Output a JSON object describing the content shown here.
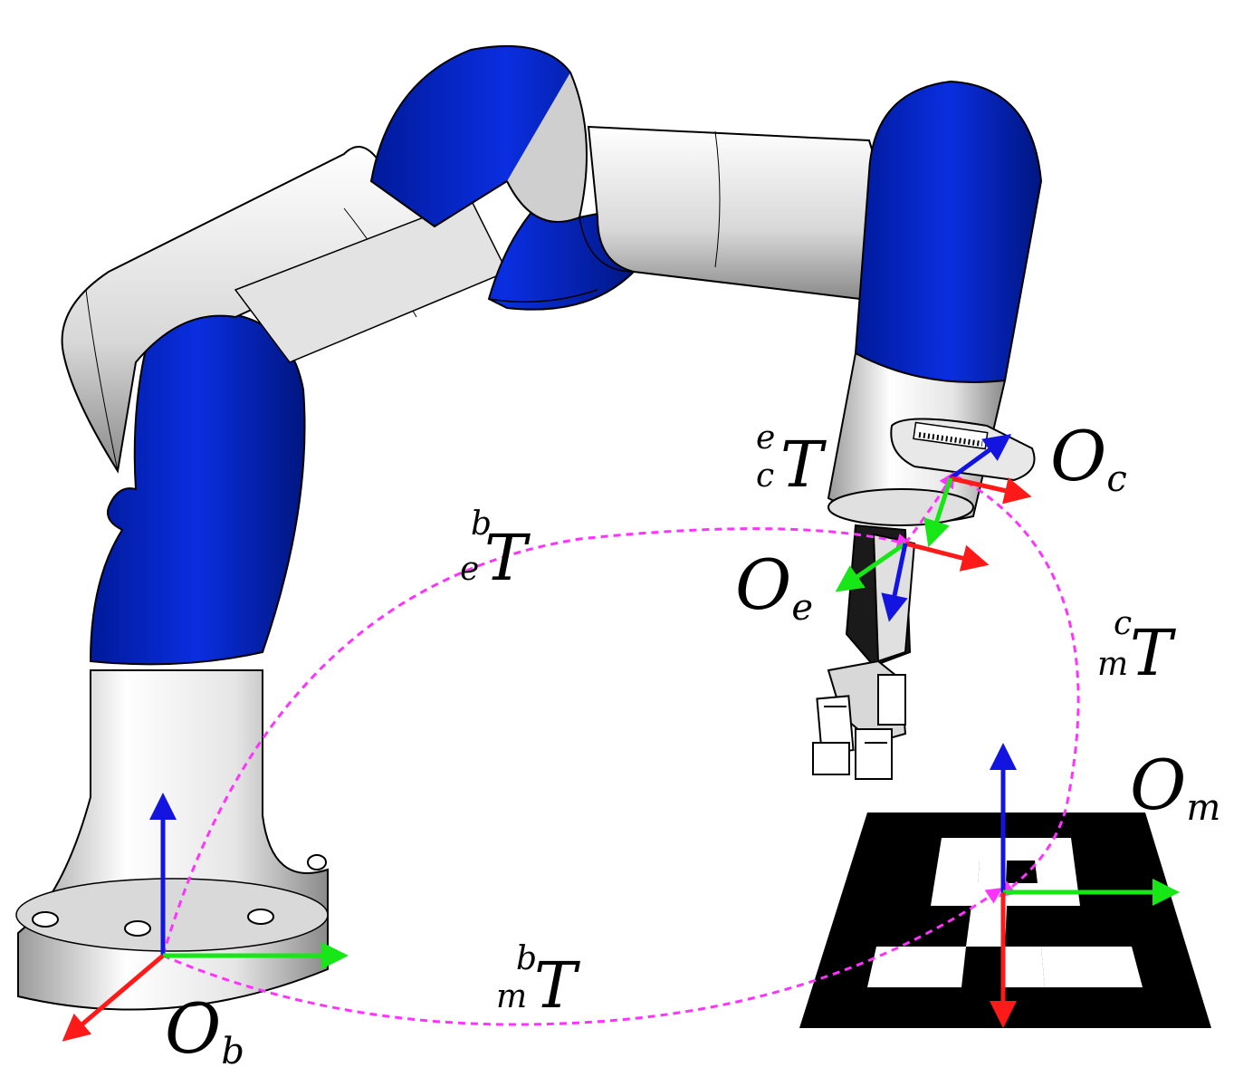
{
  "frames": {
    "base": {
      "main": "O",
      "sub": "b"
    },
    "camera": {
      "main": "O",
      "sub": "c"
    },
    "end_effector": {
      "main": "O",
      "sub": "e"
    },
    "marker": {
      "main": "O",
      "sub": "m"
    }
  },
  "transforms": {
    "b_e": {
      "sup": "b",
      "sub": "e",
      "main": "T"
    },
    "e_c": {
      "sup": "e",
      "sub": "c",
      "main": "T"
    },
    "c_m": {
      "sup": "c",
      "sub": "m",
      "main": "T"
    },
    "b_m": {
      "sup": "b",
      "sub": "m",
      "main": "T"
    }
  },
  "colors": {
    "robot_link": "#0a22c8",
    "robot_body": "#d8d8d8",
    "axis_x": "#ff1a1a",
    "axis_y": "#17e617",
    "axis_z": "#1414e0",
    "transform_path": "#ff33ff",
    "marker": "#000000"
  }
}
